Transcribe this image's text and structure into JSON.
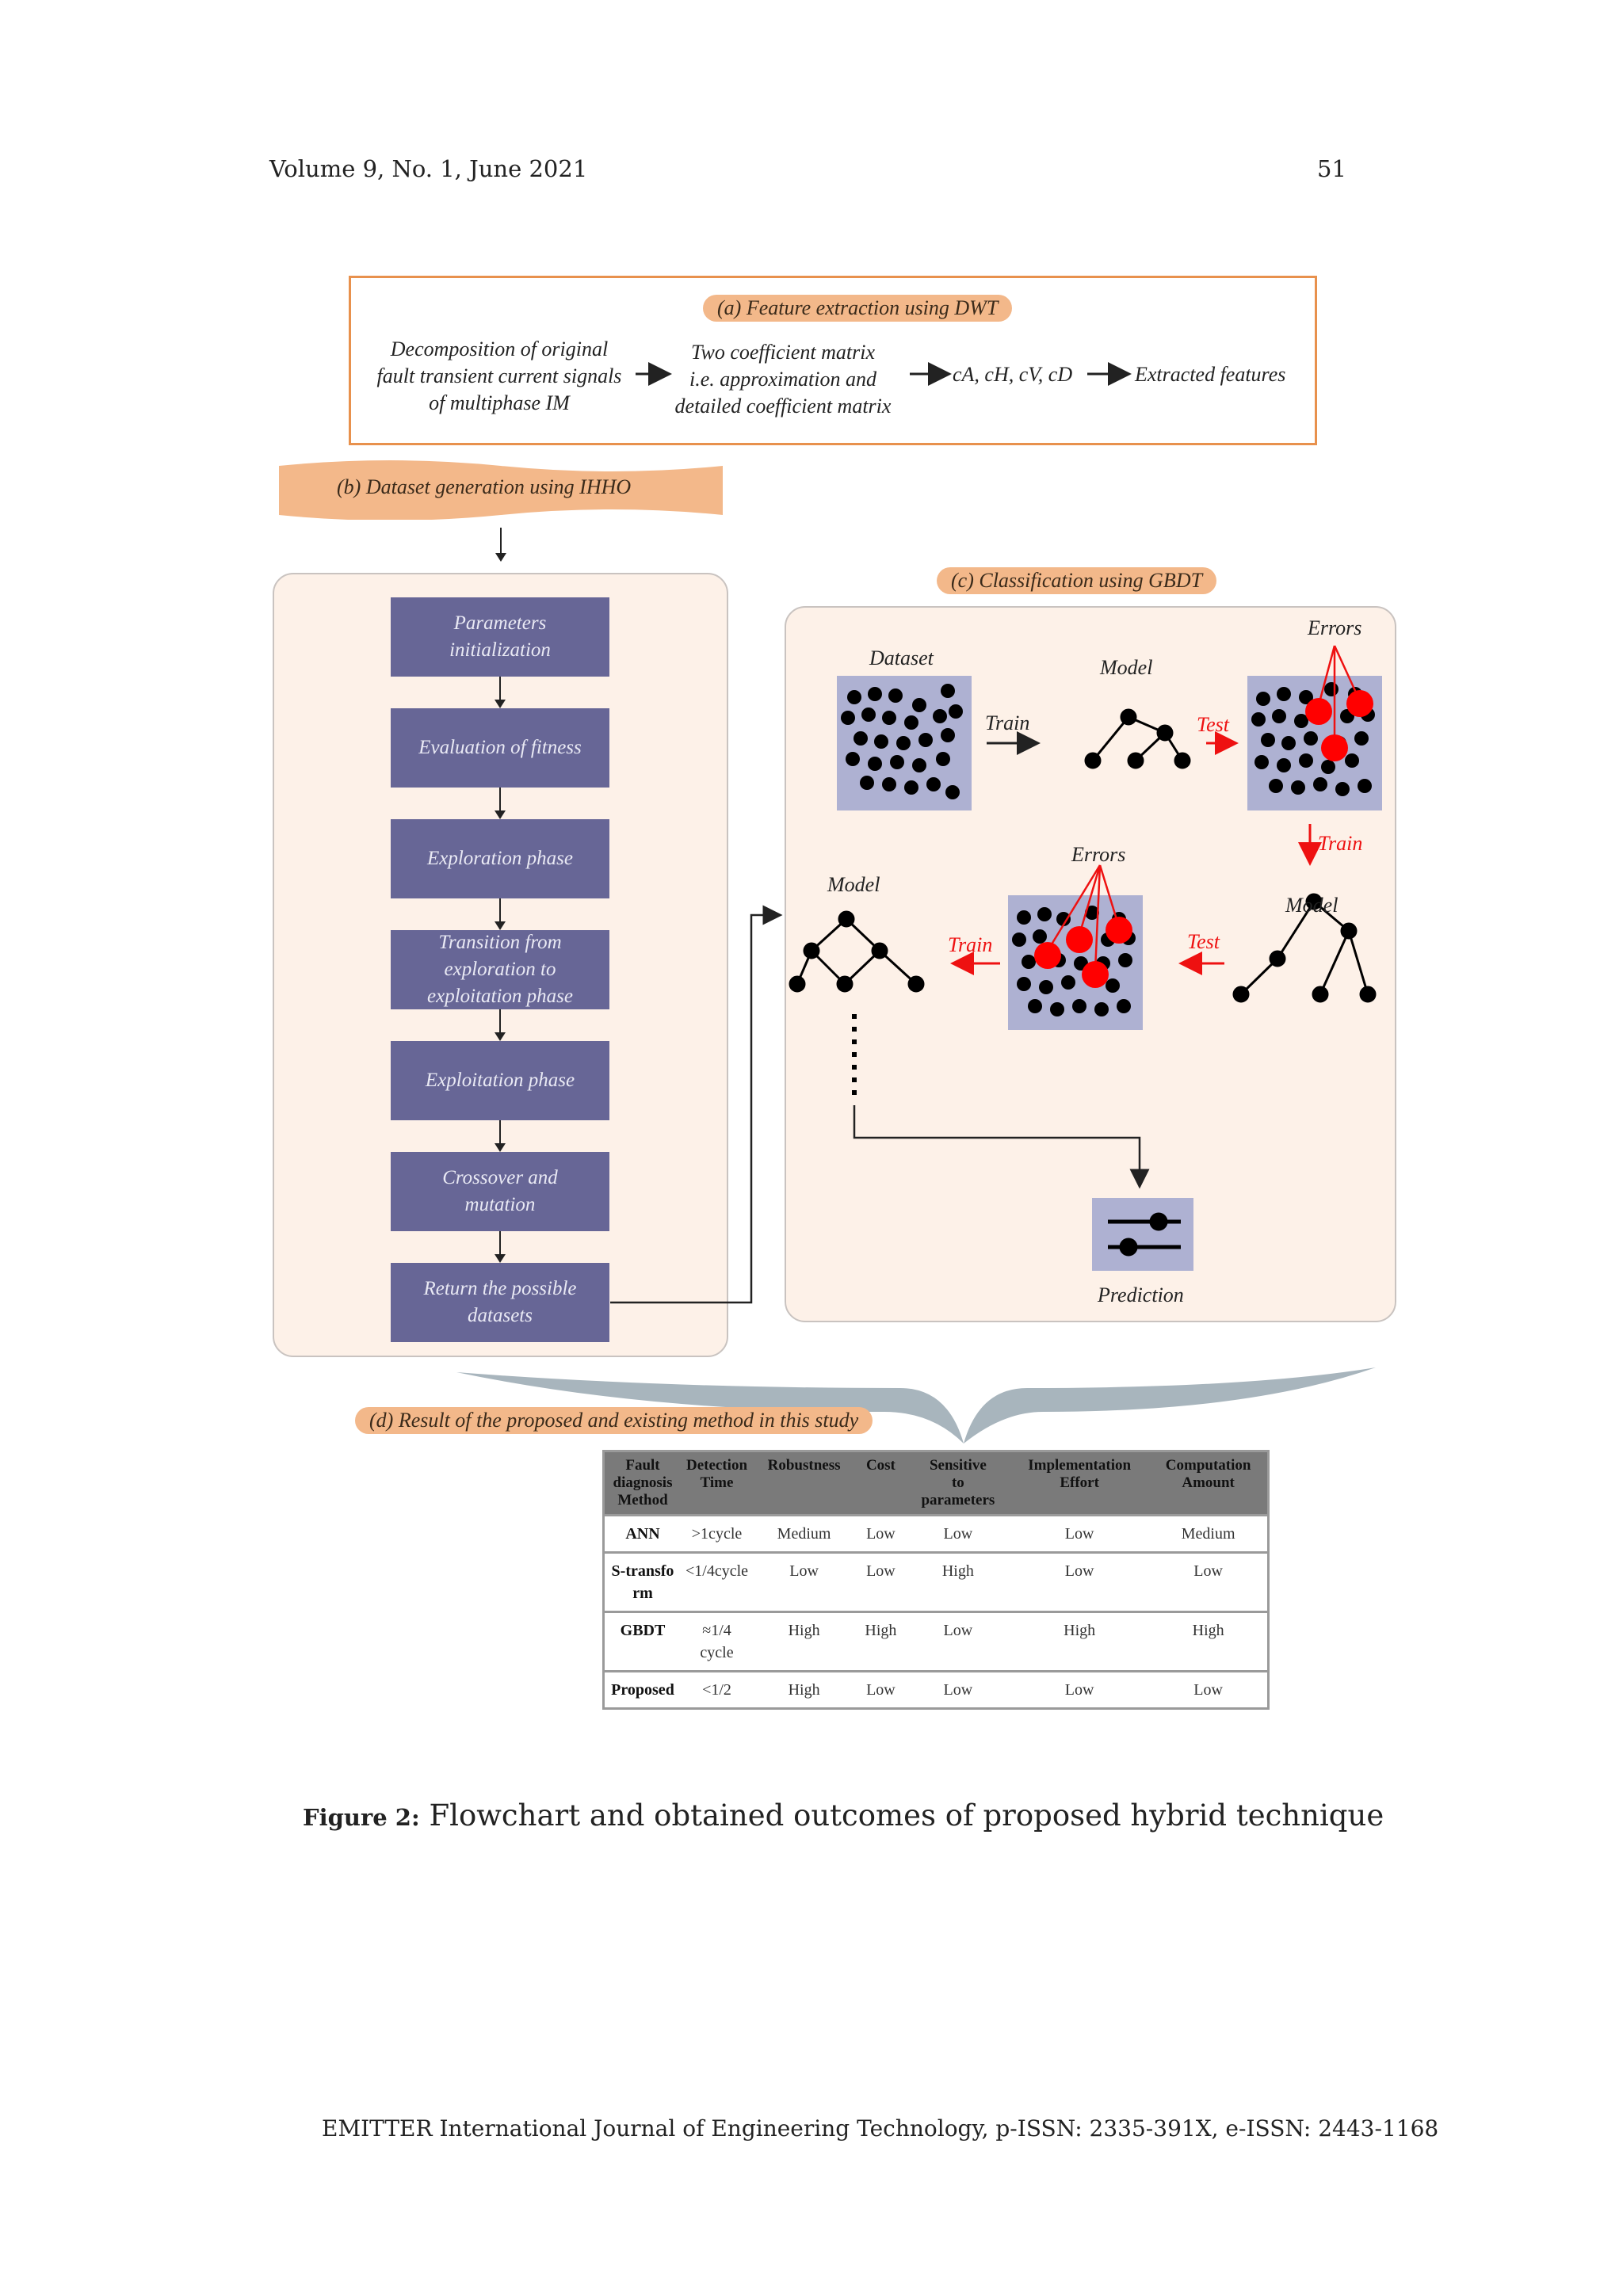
{
  "header": {
    "volume": "Volume 9, No. 1, June 2021",
    "page_number": "51"
  },
  "panel_a": {
    "title": "(a) Feature extraction using DWT",
    "step1": [
      "Decomposition of original",
      "fault transient current signals",
      "of multiphase IM"
    ],
    "step2": [
      "Two coefficient matrix",
      "i.e. approximation and",
      "detailed coefficient matrix"
    ],
    "step3": "cA, cH, cV, cD",
    "step4": "Extracted features"
  },
  "panel_b": {
    "title": "(b) Dataset generation using IHHO",
    "steps": [
      [
        "Parameters",
        "initialization"
      ],
      [
        "Evaluation of fitness"
      ],
      [
        "Exploration phase"
      ],
      [
        "Transition from",
        "exploration to",
        "exploitation phase"
      ],
      [
        "Exploitation phase"
      ],
      [
        "Crossover and",
        "mutation"
      ],
      [
        "Return the possible",
        "datasets"
      ]
    ]
  },
  "panel_c": {
    "title": "(c) Classification using GBDT",
    "dataset": "Dataset",
    "model": "Model",
    "errors": "Errors",
    "train": "Train",
    "test": "Test",
    "prediction": "Prediction"
  },
  "panel_d": {
    "title": "(d) Result of the proposed and existing method in this study",
    "columns": [
      [
        "Fault",
        "diagnosis",
        "Method"
      ],
      [
        "Detection",
        "Time"
      ],
      [
        "Robustness"
      ],
      [
        "Cost"
      ],
      [
        "Sensitive",
        "to",
        "parameters"
      ],
      [
        "Implementation",
        "Effort"
      ],
      [
        "Computation",
        "Amount"
      ]
    ],
    "rows": [
      [
        "ANN",
        ">1cycle",
        "Medium",
        "Low",
        "Low",
        "Low",
        "Medium"
      ],
      [
        "S-transform",
        "<1/4cycle",
        "Low",
        "Low",
        "High",
        "Low",
        "Low"
      ],
      [
        "GBDT",
        "≈1/4 cycle",
        "High",
        "High",
        "Low",
        "High",
        "High"
      ],
      [
        "Proposed",
        "<1/2",
        "High",
        "Low",
        "Low",
        "Low",
        "Low"
      ]
    ]
  },
  "caption": {
    "label": "Figure 2:",
    "text": "Flowchart and obtained outcomes of proposed hybrid technique"
  },
  "footer": "EMITTER International Journal of Engineering Technology, p-ISSN: 2335-391X, e-ISSN: 2443-1168",
  "colors": {
    "pill": "#f3b88a",
    "panel_bg": "#fdf1e8",
    "step_box": "#676696",
    "error_dot": "#ff0000",
    "dataset_box": "#aeb1d2"
  }
}
